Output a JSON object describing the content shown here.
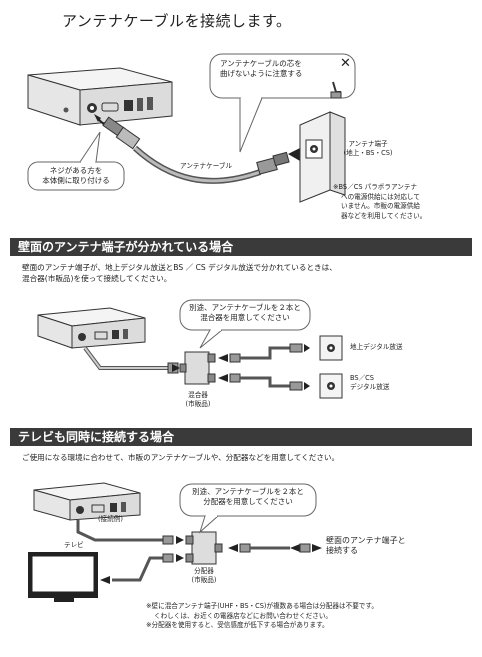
{
  "title": "アンテナケーブルを接続します。",
  "top": {
    "callout_core": [
      "アンテナケーブルの芯を",
      "曲げないように注意する"
    ],
    "callout_screw": [
      "ネジがある方を",
      "本体側に取り付ける"
    ],
    "cable_label": "アンテナケーブル",
    "terminal_label": [
      "アンテナ端子",
      "(地上・BS・CS)"
    ],
    "bs_note": [
      "※BS／CS パラボラアンテナ",
      "への電源供給には対応して",
      "いません。市販の電源供給",
      "器などを利用してください。"
    ],
    "x_mark": "✕"
  },
  "section1": {
    "heading": "壁面のアンテナ端子が分かれている場合",
    "desc": [
      "壁面のアンテナ端子が、地上デジタル放送とBS ／ CS デジタル放送で分かれているときは、",
      "混合器(市販品)を使って接続してください。"
    ],
    "bubble": [
      "別途、アンテナケーブルを２本と",
      "混合器を用意してください"
    ],
    "mixer_label": [
      "混合器",
      "(市販品)"
    ],
    "terrestrial_label": "地上デジタル放送",
    "bscs_label": [
      "BS／CS",
      "デジタル放送"
    ]
  },
  "section2": {
    "heading": "テレビも同時に接続する場合",
    "desc": "ご使用になる環境に合わせて、市販のアンテナケーブルや、分配器などを用意してください。",
    "example_label": "(接続例)",
    "tv_label": "テレビ",
    "bubble": [
      "別途、アンテナケーブルを２本と",
      "分配器を用意してください"
    ],
    "splitter_label": [
      "分配器",
      "(市販品)"
    ],
    "wall_label": [
      "壁面のアンテナ端子と",
      "接続する"
    ],
    "notes": [
      "※壁に混合アンテナ端子(UHF・BS・CS)が複数ある場合は分配器は不要です。",
      "くわしくは、お近くの電器店などにお問い合わせください。",
      "※分配器を使用すると、受信感度が低下する場合があります。"
    ]
  }
}
